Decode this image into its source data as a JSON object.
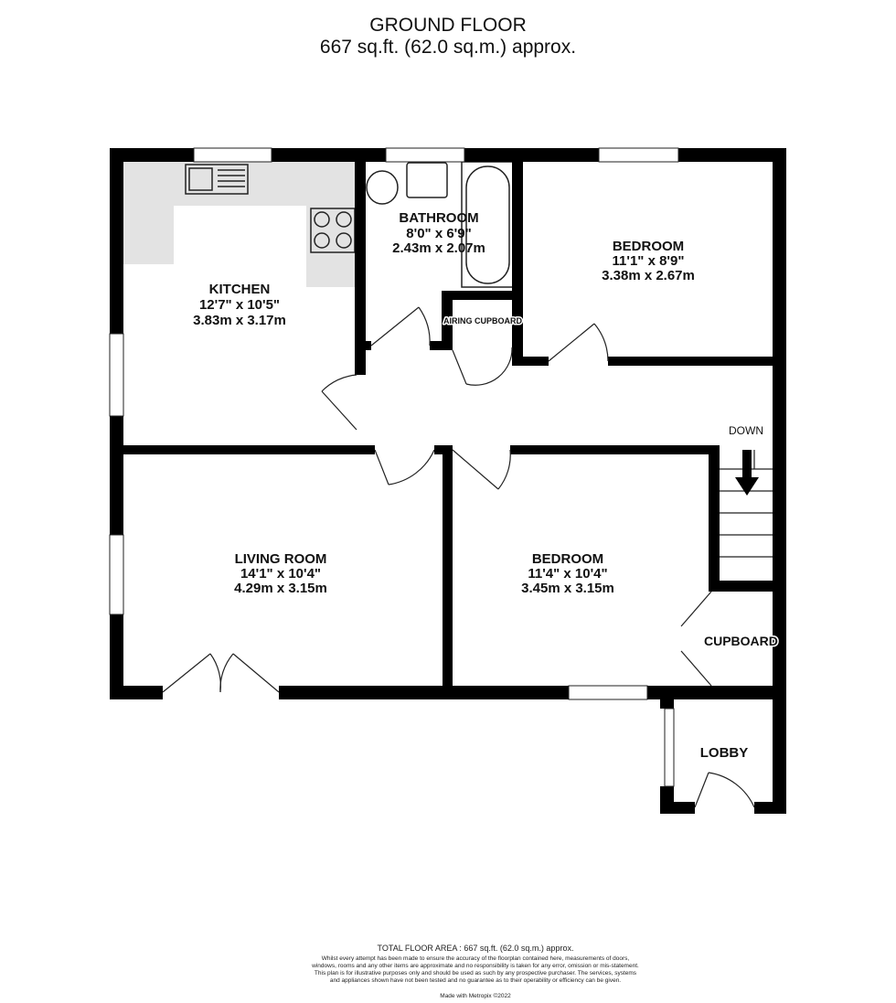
{
  "header": {
    "title": "GROUND FLOOR",
    "area": "667 sq.ft. (62.0 sq.m.) approx."
  },
  "rooms": {
    "kitchen": {
      "name": "KITCHEN",
      "imperial": "12'7\"  x 10'5\"",
      "metric": "3.83m  x 3.17m"
    },
    "bathroom": {
      "name": "BATHROOM",
      "imperial": "8'0\"  x 6'9\"",
      "metric": "2.43m  x 2.07m"
    },
    "bedroom1": {
      "name": "BEDROOM",
      "imperial": "11'1\"  x 8'9\"",
      "metric": "3.38m  x 2.67m"
    },
    "living": {
      "name": "LIVING ROOM",
      "imperial": "14'1\"  x 10'4\"",
      "metric": "4.29m  x 3.15m"
    },
    "bedroom2": {
      "name": "BEDROOM",
      "imperial": "11'4\"  x 10'4\"",
      "metric": "3.45m  x 3.15m"
    },
    "airing": {
      "name": "AIRING CUPBOARD"
    },
    "cupboard": {
      "name": "CUPBOARD"
    },
    "lobby": {
      "name": "LOBBY"
    },
    "stairs": {
      "label": "DOWN"
    }
  },
  "footer": {
    "total": "TOTAL FLOOR AREA : 667 sq.ft. (62.0 sq.m.) approx.",
    "disclaimer": "Whilst every attempt has been made to ensure the accuracy of the floorplan contained here, measurements of doors, windows, rooms and any other items are approximate and no responsibility is taken for any error, omission or mis-statement. This plan is for illustrative purposes only and should be used as such by any prospective purchaser. The services, systems and appliances shown have not been tested and no guarantee as to their operability or efficiency can be given.",
    "credit": "Made with Metropix ©2022"
  },
  "colors": {
    "wall": "#000000",
    "worktop": "#e3e3e3"
  }
}
